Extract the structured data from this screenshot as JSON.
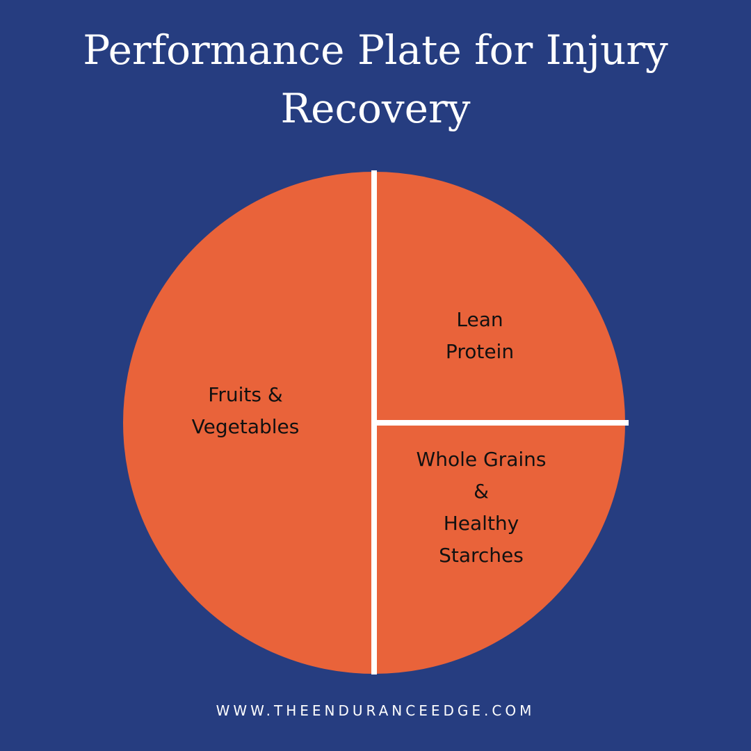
{
  "title": {
    "line1": "Performance Plate for Injury",
    "line2": "Recovery"
  },
  "plate": {
    "fill_color": "#e9633a",
    "divider_color": "#ffffff",
    "sections": {
      "left": {
        "line1": "Fruits &",
        "line2": "Vegetables",
        "share": 0.5
      },
      "top_right": {
        "line1": "Lean",
        "line2": "Protein",
        "share": 0.25
      },
      "bottom_right": {
        "line1": "Whole Grains",
        "line2": "&",
        "line3": "Healthy",
        "line4": "Starches",
        "share": 0.25
      }
    }
  },
  "footer": {
    "url": "WWW.THEENDURANCEEDGE.COM"
  },
  "colors": {
    "background": "#263d80",
    "text_light": "#ffffff",
    "text_dark": "#111111"
  }
}
